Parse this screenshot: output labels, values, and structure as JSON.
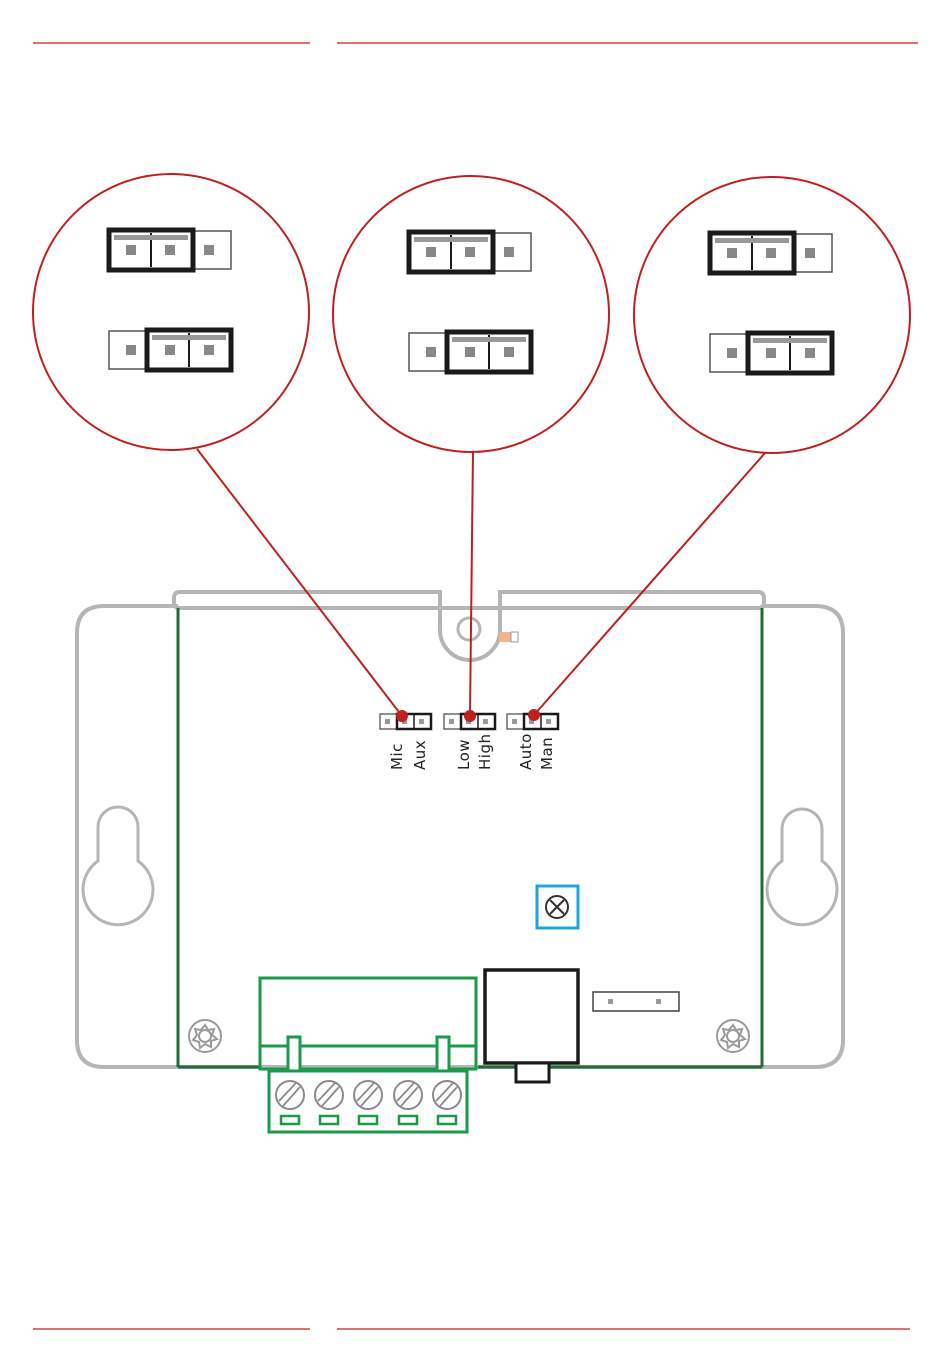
{
  "colors": {
    "accent_red": "#c0201d",
    "enclosure_grey": "#b5b5b5",
    "pcb_green": "#1f6b3a",
    "terminal_green": "#1a9a4a",
    "jumper_black": "#1a1a1a",
    "pot_blue": "#1ea5e0",
    "led_orange": "#f2b48a"
  },
  "switches": [
    {
      "id": "input-select",
      "labels": [
        "Mic",
        "Aux"
      ]
    },
    {
      "id": "level-select",
      "labels": [
        "Low",
        "High"
      ]
    },
    {
      "id": "mode-select",
      "labels": [
        "Auto",
        "Man"
      ]
    }
  ],
  "zoom_details": [
    {
      "id": "zoom-input-select"
    },
    {
      "id": "zoom-level-select"
    },
    {
      "id": "zoom-mode-select"
    }
  ],
  "icons": [
    "mounting-hole-icon",
    "screw-icon",
    "potentiometer-icon",
    "terminal-screw-icon"
  ]
}
